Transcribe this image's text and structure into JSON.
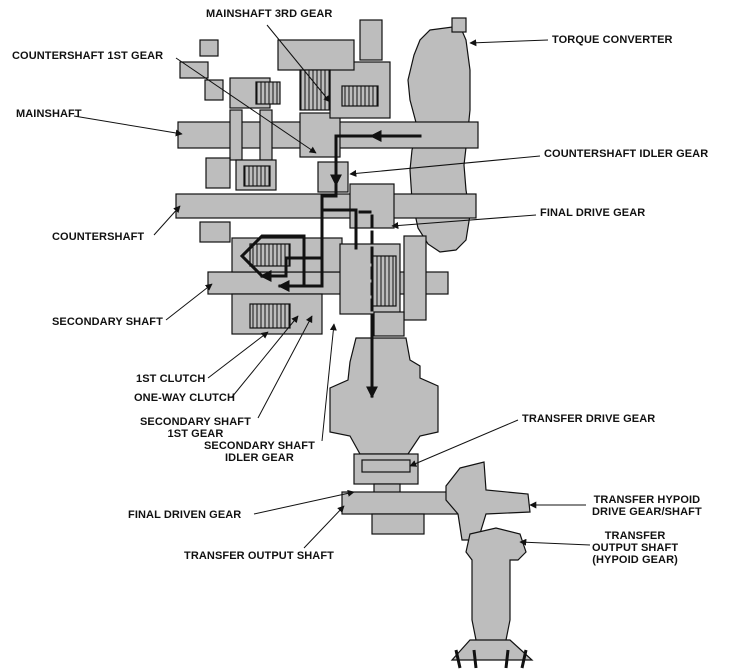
{
  "colors": {
    "gray": "#bdbdbd",
    "gray_dark": "#8c8c8c",
    "ink": "#111111",
    "bg": "#ffffff"
  },
  "labels": {
    "mainshaft_3rd_gear": "MAINSHAFT 3RD GEAR",
    "countershaft_1st_gear": "COUNTERSHAFT 1ST GEAR",
    "torque_converter": "TORQUE CONVERTER",
    "mainshaft": "MAINSHAFT",
    "countershaft_idler_gear": "COUNTERSHAFT IDLER GEAR",
    "final_drive_gear": "FINAL DRIVE GEAR",
    "countershaft": "COUNTERSHAFT",
    "secondary_shaft": "SECONDARY SHAFT",
    "first_clutch": "1ST CLUTCH",
    "one_way_clutch": "ONE-WAY CLUTCH",
    "secondary_shaft_1st_gear": "SECONDARY SHAFT\n1ST GEAR",
    "secondary_shaft_idler_gear": "SECONDARY SHAFT\nIDLER GEAR",
    "transfer_drive_gear": "TRANSFER DRIVE GEAR",
    "transfer_hypoid_drive_gear_shaft": "TRANSFER HYPOID\nDRIVE GEAR/SHAFT",
    "final_driven_gear": "FINAL DRIVEN GEAR",
    "transfer_output_shaft": "TRANSFER OUTPUT SHAFT",
    "transfer_output_shaft_hypoid": "TRANSFER\nOUTPUT SHAFT\n(HYPOID GEAR)"
  }
}
